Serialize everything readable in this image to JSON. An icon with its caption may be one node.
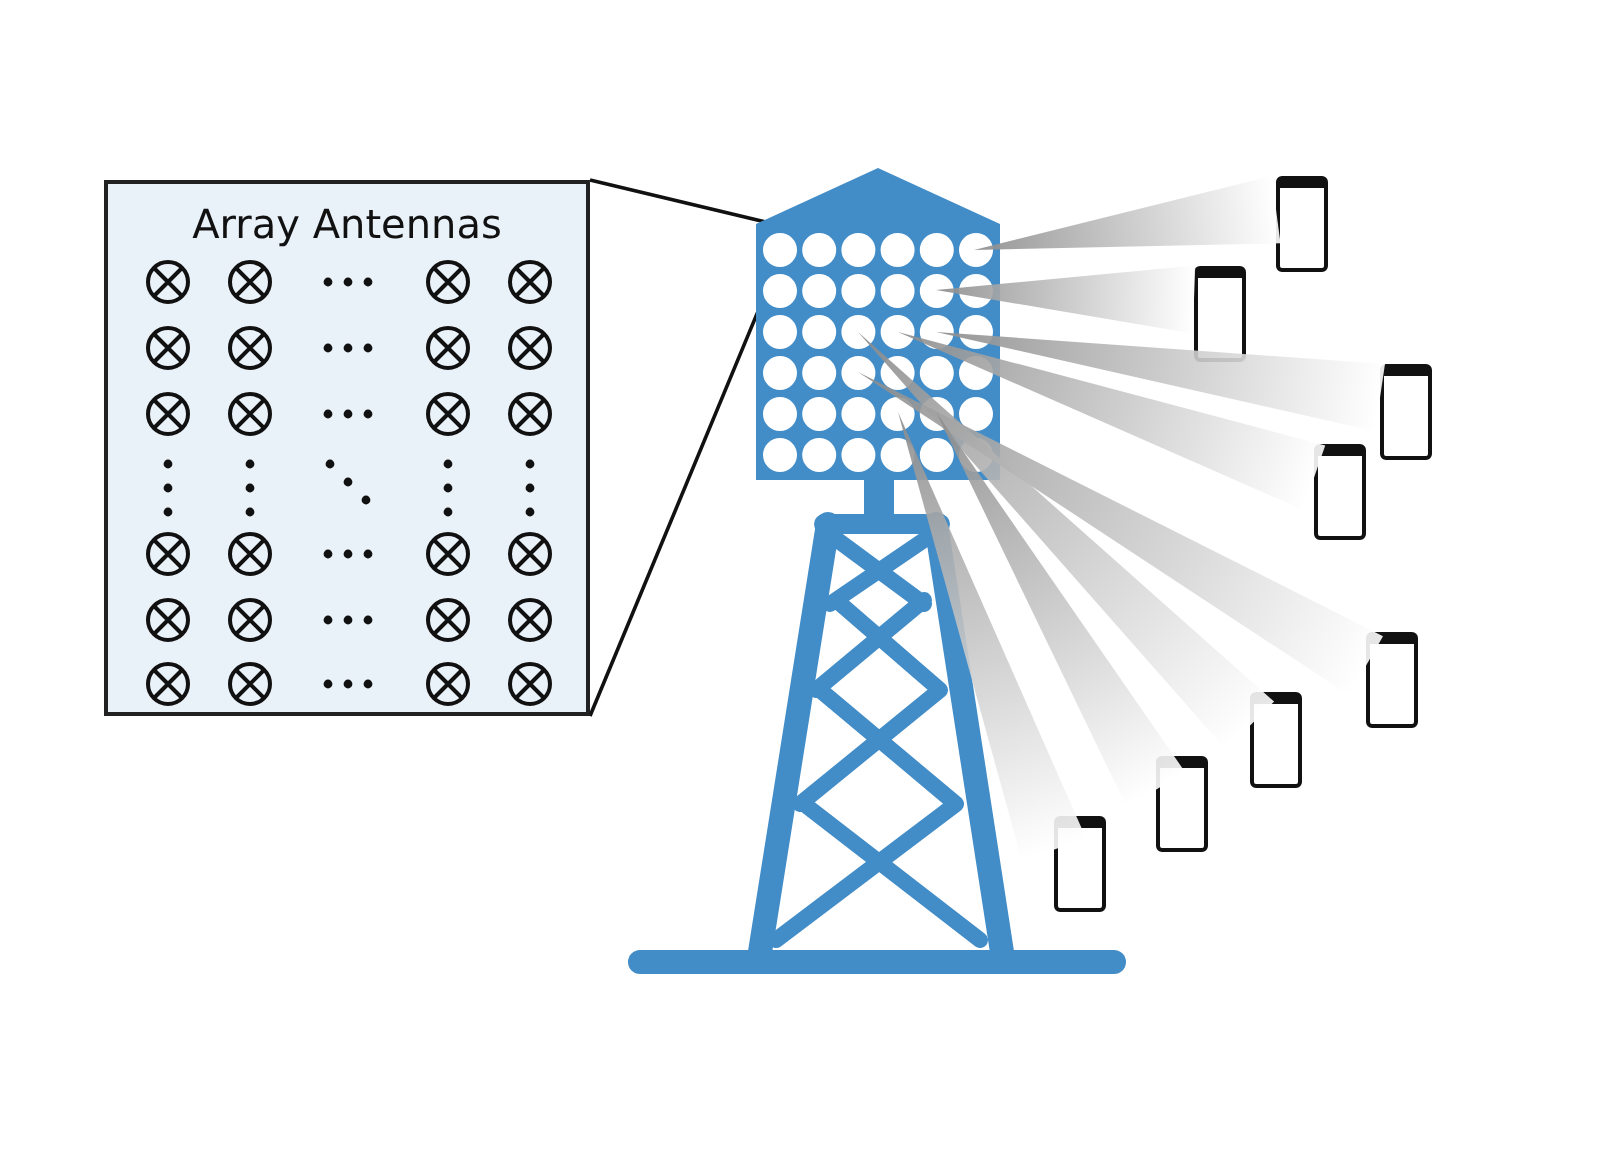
{
  "diagram": {
    "nodes": [
      {
        "text": [
          "Array Antennas"
        ]
      },
      {
        "text": [],
        "shape": "picture"
      },
      {
        "text": [],
        "shape": "picture"
      },
      {
        "text": [],
        "shape": "picture"
      },
      {
        "text": [],
        "shape": "picture"
      },
      {
        "text": [],
        "shape": "picture"
      },
      {
        "text": [],
        "shape": "picture"
      },
      {
        "text": [],
        "shape": "picture"
      },
      {
        "text": [],
        "shape": "picture"
      },
      {
        "text": [],
        "shape": "picture"
      }
    ],
    "edges": [
      {
        "from": 0,
        "to": 1,
        "arrow": "none"
      },
      {
        "from": 0,
        "to": 1,
        "arrow": "none"
      },
      {
        "from": 1,
        "to": 2,
        "arrow": "none"
      },
      {
        "from": 1,
        "to": 3,
        "arrow": "none"
      },
      {
        "from": 1,
        "to": 4,
        "arrow": "none"
      },
      {
        "from": 1,
        "to": 5,
        "arrow": "none"
      },
      {
        "from": 1,
        "to": 6,
        "arrow": "none"
      },
      {
        "from": 1,
        "to": 7,
        "arrow": "none"
      },
      {
        "from": 1,
        "to": 8,
        "arrow": "none"
      },
      {
        "from": 1,
        "to": 9,
        "arrow": "none"
      }
    ]
  }
}
